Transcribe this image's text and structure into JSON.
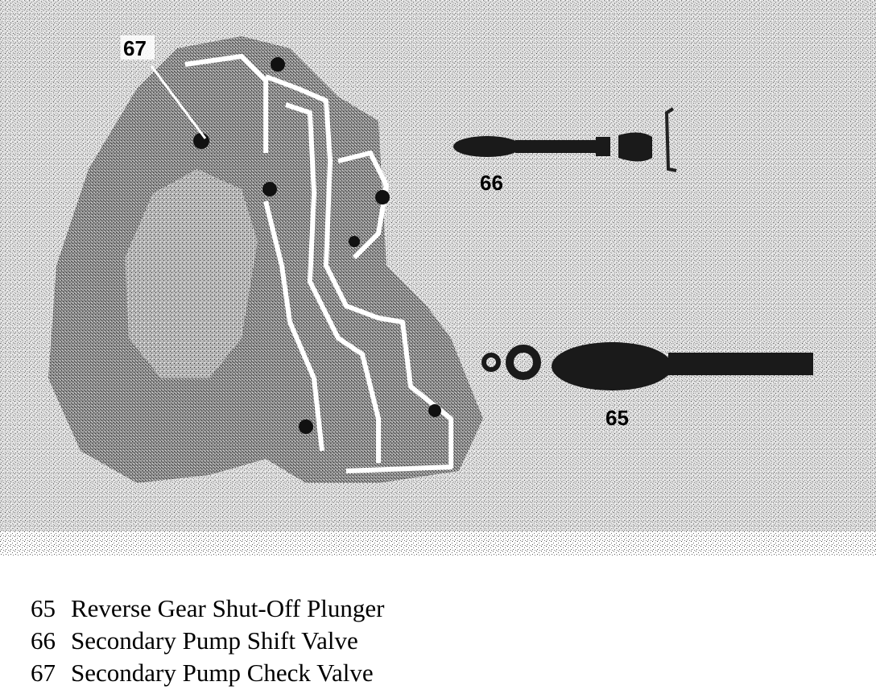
{
  "callouts": {
    "c65": "65",
    "c66": "66",
    "c67": "67"
  },
  "legend": [
    {
      "number": "65",
      "label": "Reverse Gear Shut-Off Plunger"
    },
    {
      "number": "66",
      "label": "Secondary Pump Shift Valve"
    },
    {
      "number": "67",
      "label": "Secondary Pump Check Valve"
    }
  ],
  "colors": {
    "ink": "#000000",
    "paper": "#ffffff",
    "halftone": "#7a7a7a"
  }
}
